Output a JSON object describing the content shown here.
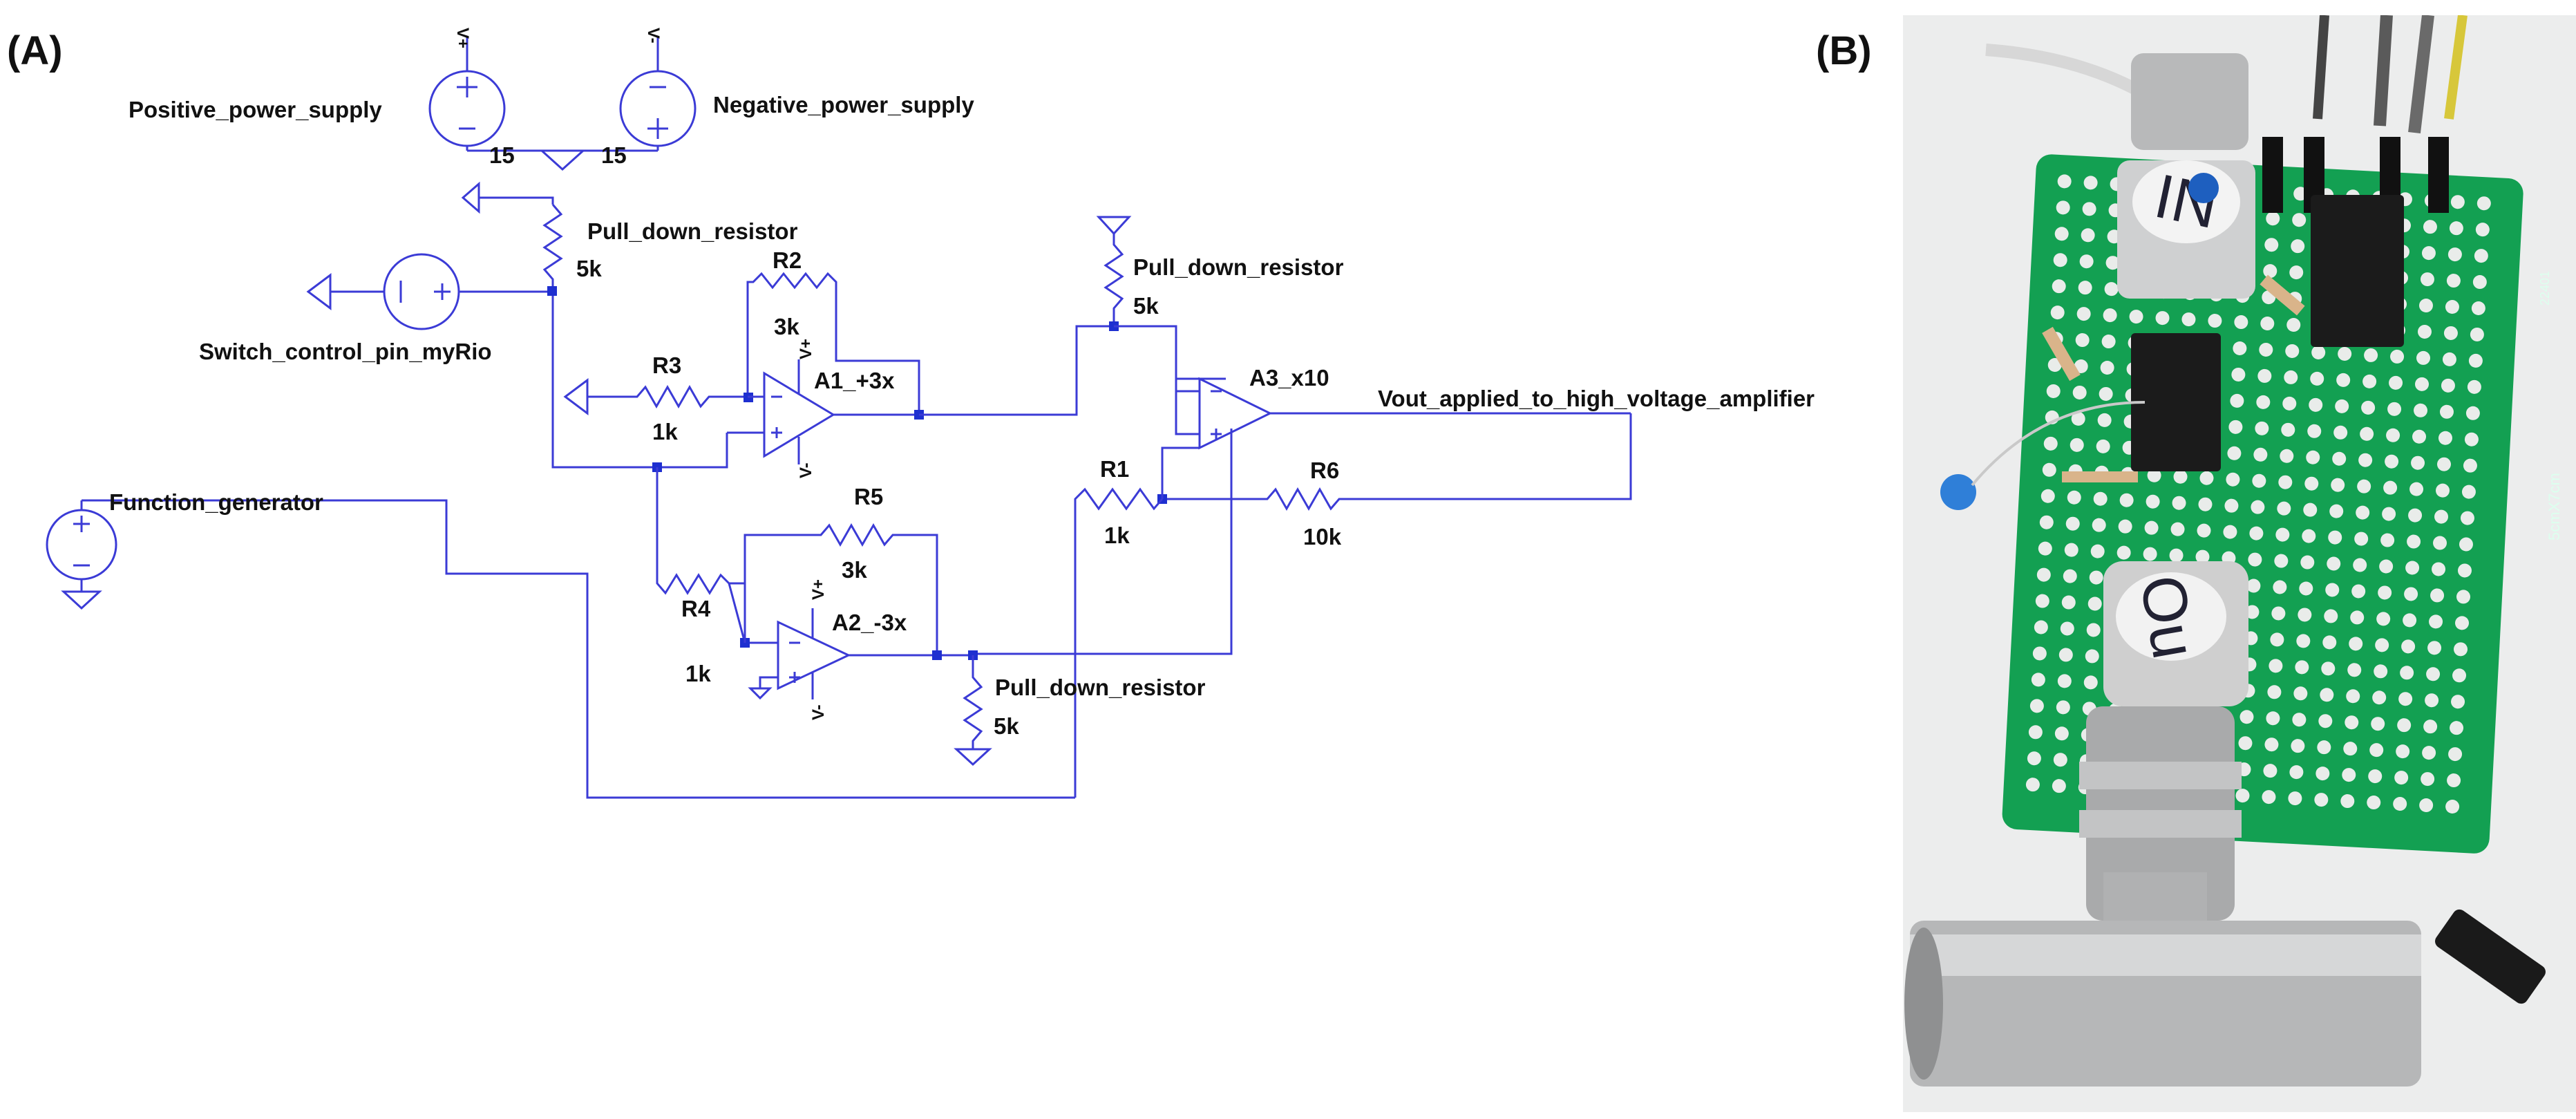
{
  "panels": {
    "a": "(A)",
    "b": "(B)"
  },
  "schematic": {
    "pos_supply": "Positive_power_supply",
    "neg_supply": "Negative_power_supply",
    "v15_left": "15",
    "v15_right": "15",
    "pull_down": "Pull_down_resistor",
    "switch_pin": "Switch_control_pin_myRio",
    "func_gen": "Function_generator",
    "vout": "Vout_applied_to_high_voltage_amplifier",
    "a1": "A1_+3x",
    "a2": "A2_-3x",
    "a3": "A3_x10",
    "r1": "R1",
    "r1_val": "1k",
    "r2": "R2",
    "r2_val": "3k",
    "r3": "R3",
    "r3_val": "1k",
    "r4": "R4",
    "r4_val": "1k",
    "r5": "R5",
    "r5_val": "3k",
    "r6": "R6",
    "r6_val": "10k",
    "rpd_val": "5k",
    "vplus": "V+",
    "vminus": "V-"
  },
  "photo": {
    "label_in": "IN",
    "label_out": "Ou",
    "board_text": "5cmX7cm",
    "board_code": "22401"
  },
  "colors": {
    "wire": "#3b3bd6",
    "junction": "#1e2fd0",
    "pcb": "#13a052",
    "pcb_dark": "#0b7a3c"
  }
}
